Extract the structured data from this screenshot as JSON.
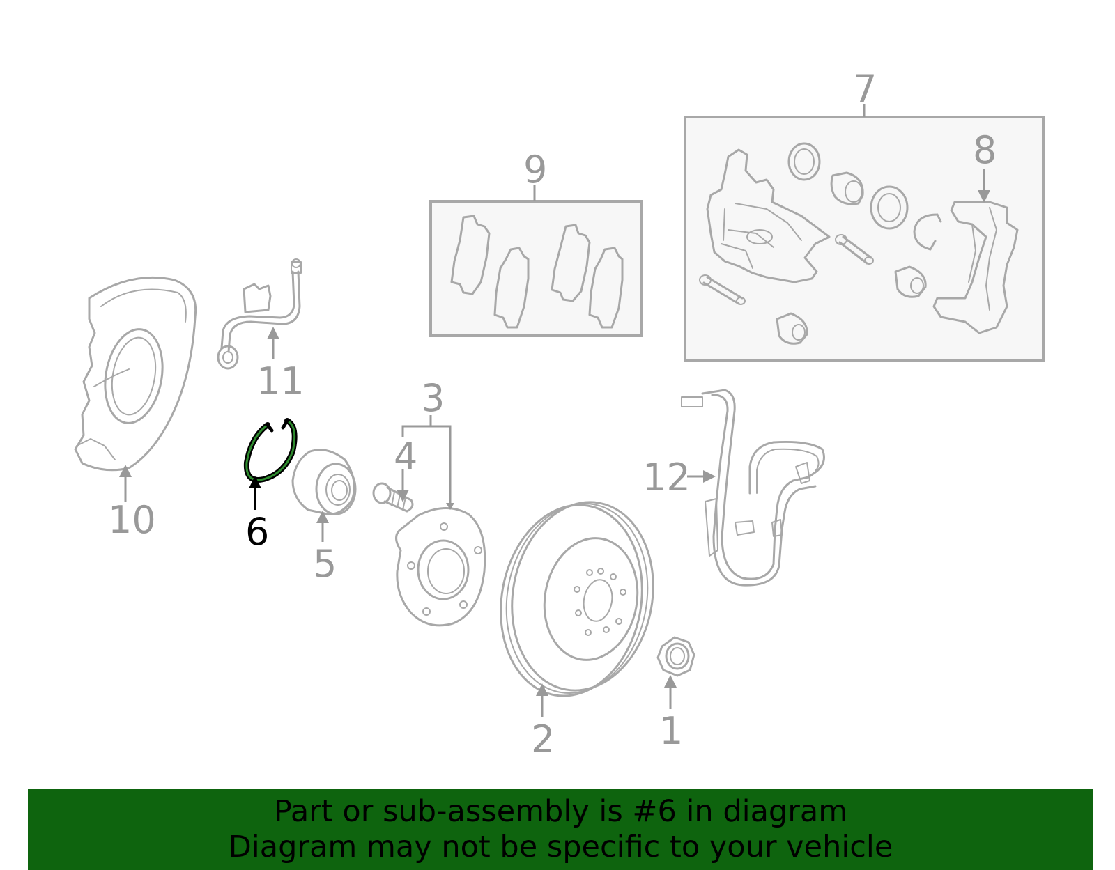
{
  "diagram": {
    "colors": {
      "line": "#a8a8a8",
      "callout": "#999999",
      "highlight_part": "#2e8b2e",
      "highlight_callout": "#000000",
      "banner_bg": "#0e640e",
      "box_fill": "#f7f7f7"
    },
    "highlighted_callout": "6",
    "callouts": {
      "c1": "1",
      "c2": "2",
      "c3": "3",
      "c4": "4",
      "c5": "5",
      "c6": "6",
      "c7": "7",
      "c8": "8",
      "c9": "9",
      "c10": "10",
      "c11": "11",
      "c12": "12"
    }
  },
  "banner": {
    "line1": "Part or sub-assembly is #6 in diagram",
    "line2": "Diagram may not be specific to your vehicle"
  }
}
